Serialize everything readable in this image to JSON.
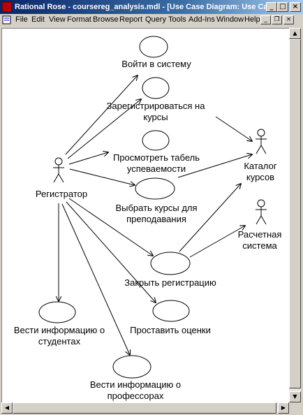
{
  "window": {
    "title": "Rational Rose - coursereg_analysis.mdl - [Use Case Diagram: Use Case Model / ...",
    "minimize_glyph": "_",
    "maximize_glyph": "□",
    "close_glyph": "×"
  },
  "menu": {
    "items": [
      "File",
      "Edit",
      "View",
      "Format",
      "Browse",
      "Report",
      "Query",
      "Tools",
      "Add-Ins",
      "Window",
      "Help"
    ],
    "doc_minimize_glyph": "_",
    "doc_restore_glyph": "❐",
    "doc_close_glyph": "×"
  },
  "diagram": {
    "actors": [
      {
        "name": "Регистратор"
      },
      {
        "name": "Каталог\nкурсов"
      },
      {
        "name": "Расчетная\nсистема"
      }
    ],
    "use_cases": [
      {
        "name": "Войти в систему"
      },
      {
        "name": "Зарегистрироваться на\nкурсы"
      },
      {
        "name": "Просмотреть табель\nуспеваемости"
      },
      {
        "name": "Выбрать курсы для\nпреподавания"
      },
      {
        "name": "Закрыть регистрацию"
      },
      {
        "name": "Проставить оценки"
      },
      {
        "name": "Вести информацию о\nстудентах"
      },
      {
        "name": "Вести информацию о\nпрофессорах"
      }
    ]
  },
  "scrollbars": {
    "up_glyph": "▲",
    "down_glyph": "▼",
    "left_glyph": "◀",
    "right_glyph": "▶"
  },
  "colors": {
    "title_bar": "#0a246a",
    "chrome": "#d4d0c8",
    "canvas": "#ffffff"
  }
}
